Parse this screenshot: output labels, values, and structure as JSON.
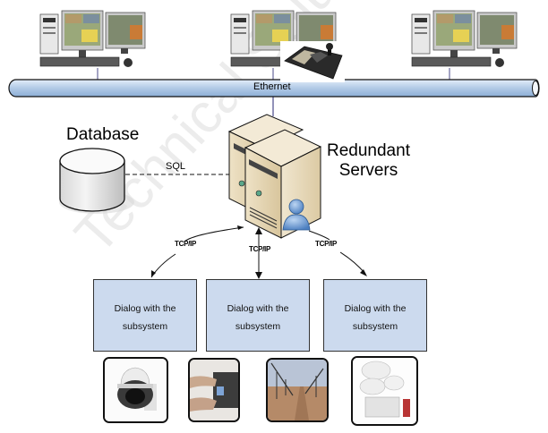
{
  "diagram": {
    "network": {
      "label": "Ethernet",
      "color": "#a9c6e6"
    },
    "workstations": [
      {
        "name": "Operator workstation 1"
      },
      {
        "name": "Operator workstation 2",
        "accessory": "PTZ keyboard controller"
      },
      {
        "name": "Operator workstation 3"
      }
    ],
    "database": {
      "title": "Database",
      "link_label": "SQL"
    },
    "servers": {
      "title_line1": "Redundant",
      "title_line2": "Servers"
    },
    "links": [
      {
        "label": "TCP/IP"
      },
      {
        "label": "TCP/IP"
      },
      {
        "label": "TCP/IP"
      }
    ],
    "subsystems": [
      {
        "line1": "Dialog with the",
        "line2": "subsystem"
      },
      {
        "line1": "Dialog with the",
        "line2": "subsystem"
      },
      {
        "line1": "Dialog with the",
        "line2": "subsystem"
      }
    ],
    "devices": [
      {
        "name": "Dome camera"
      },
      {
        "name": "Access control card reader"
      },
      {
        "name": "Perimeter fence"
      },
      {
        "name": "Fire detectors"
      }
    ],
    "box_color": "#ccdaee",
    "watermark": "Technical Solutions"
  }
}
